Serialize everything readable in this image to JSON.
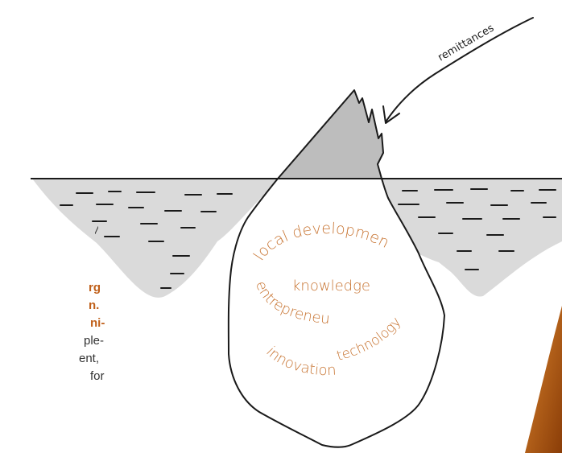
{
  "diagram": {
    "arrow_label": "remittances",
    "underwater_labels": [
      "local development",
      "knowledge",
      "entrepreneurship",
      "technology",
      "innovation"
    ],
    "colors": {
      "ice_tip": "#bdbdbd",
      "water": "#d9d9d9",
      "line": "#1a1a1a",
      "label": "#c87533",
      "accent_bar": "#b3560f"
    }
  },
  "cut_off_text": {
    "lines": [
      {
        "text": "/",
        "style": "italic"
      },
      {
        "text": "rg",
        "style": "bold"
      },
      {
        "text": "n.",
        "style": "bold"
      },
      {
        "text": "ni-",
        "style": "bold"
      },
      {
        "text": "ple-",
        "style": "normal"
      },
      {
        "text": "ent,",
        "style": "normal"
      },
      {
        "text": "for",
        "style": "normal"
      }
    ]
  }
}
